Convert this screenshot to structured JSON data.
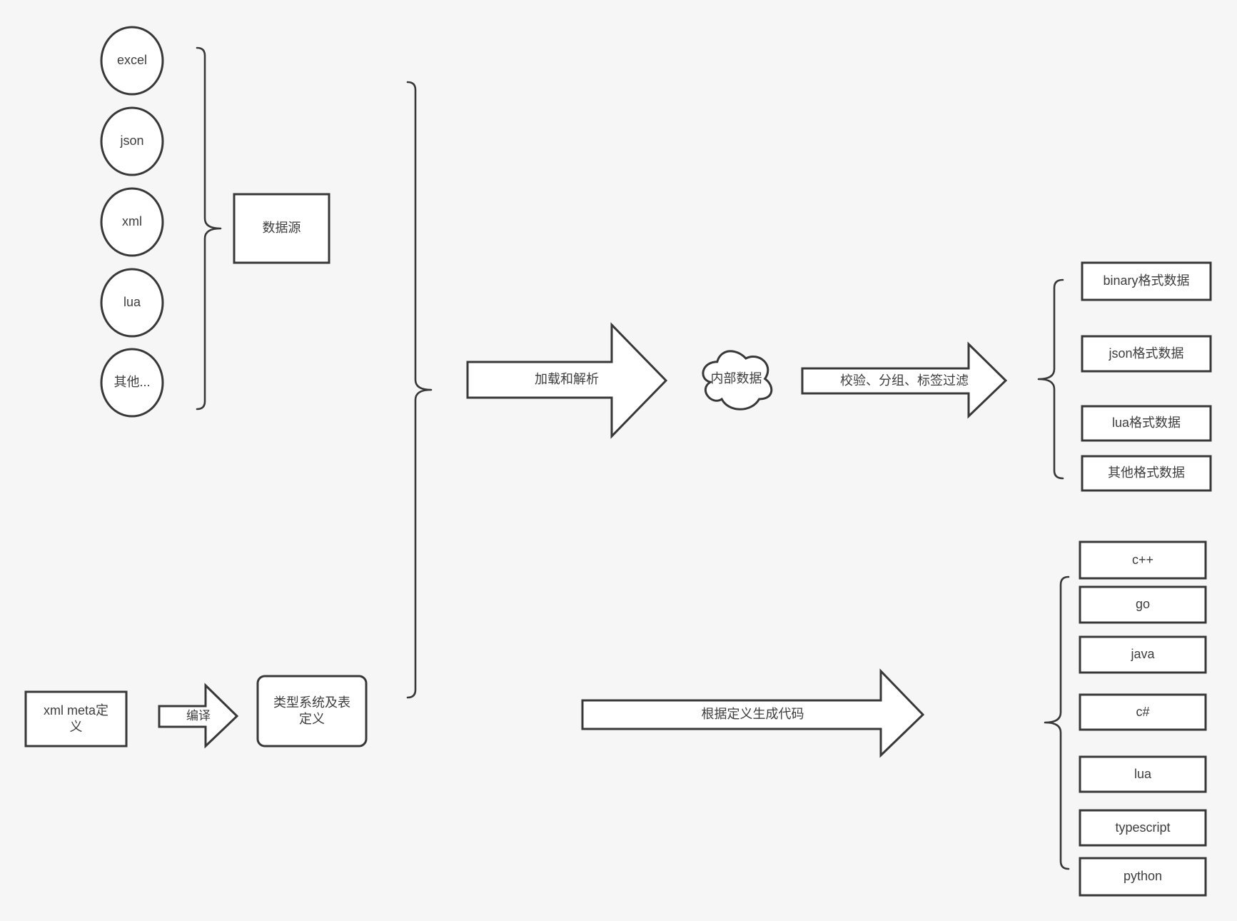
{
  "canvas": {
    "background": "#f6f6f6",
    "stroke_color": "#383838",
    "text_color": "#3d3d3d",
    "shape_fill": "#ffffff"
  },
  "sources": {
    "group_label": "数据源",
    "items": [
      {
        "label": "excel"
      },
      {
        "label": "json"
      },
      {
        "label": "xml"
      },
      {
        "label": "lua"
      },
      {
        "label": "其他..."
      }
    ]
  },
  "pipeline": {
    "load_arrow_label": "加载和解析",
    "internal_data_label": "内部数据",
    "filter_arrow_label": "校验、分组、标签过滤"
  },
  "formats": {
    "items": [
      {
        "label": "binary格式数据"
      },
      {
        "label": "json格式数据"
      },
      {
        "label": "lua格式数据"
      },
      {
        "label": "其他格式数据"
      }
    ]
  },
  "codegen": {
    "xml_meta_label": "xml meta定义",
    "compile_arrow_label": "编译",
    "type_system_label": "类型系统及表定义",
    "generate_arrow_label": "根据定义生成代码",
    "languages": [
      {
        "label": "c++"
      },
      {
        "label": "go"
      },
      {
        "label": "java"
      },
      {
        "label": "c#"
      },
      {
        "label": "lua"
      },
      {
        "label": "typescript"
      },
      {
        "label": "python"
      }
    ]
  }
}
